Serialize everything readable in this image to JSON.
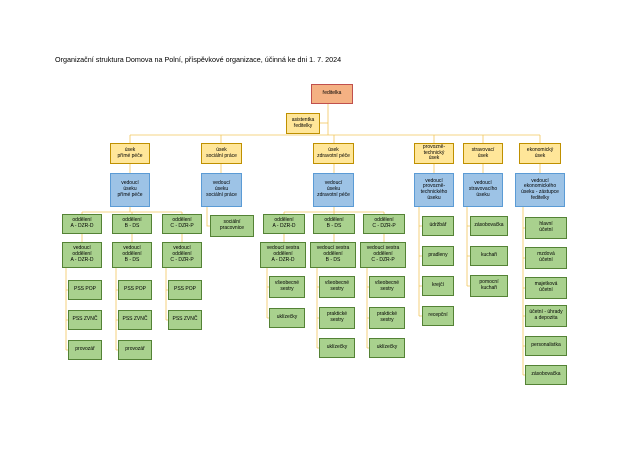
{
  "title": "Organizační struktura Domova na Polní, příspěvkové organizace, účinná ke dni 1. 7. 2024",
  "colors": {
    "director": "#f4b183",
    "assistant": "#ffe699",
    "section": "#ffe699",
    "head": "#9dc3e6",
    "unit": "#a9d18e",
    "line": "#f2c75c"
  },
  "nodes": {
    "reditelka": "ředitelka",
    "asistentka": "asistentka\nředitelky",
    "usek_prime": "úsek\npřímé péče",
    "usek_socialni": "úsek\nsociální práce",
    "usek_zdravotni": "úsek\nzdravotní péče",
    "usek_provozne": "provozně-\ntechnický\núsek",
    "usek_stravovaci": "stravovací\núsek",
    "usek_ekonomicky": "ekonomický\núsek",
    "ved_prime": "vedoucí\núseku\npřímé péče",
    "ved_socialni": "vedoucí\núseku\nsociální práce",
    "ved_zdravotni": "vedoucí\núseku\nzdravotní péče",
    "ved_provozne": "vedoucí\nprovozně-\ntechnického\núseku",
    "ved_stravovaci": "vedoucí\nstravovacího\núseku",
    "ved_ekonomicky": "vedoucí\nekonomického\núseku - zástupce\nředitelky",
    "socialni_pracovnice": "sociální\npracovnice",
    "pp_odd_a": "oddělení\nA - DZR-D",
    "pp_odd_b": "oddělení\nB - DS",
    "pp_odd_c": "oddělení\nC - DZR-P",
    "pp_ved_a": "vedoucí\noddělení\nA - DZR-D",
    "pp_ved_b": "vedoucí\noddělení\nB - DS",
    "pp_ved_c": "vedoucí\noddělení\nC - DZR-P",
    "a_pss_pop": "PSS POP",
    "a_pss_zvnc": "PSS ZVNČ",
    "a_provozar": "provozář",
    "b_pss_pop": "PSS POP",
    "b_pss_zvnc": "PSS ZVNČ",
    "b_provozar": "provozář",
    "c_pss_pop": "PSS POP",
    "c_pss_zvnc": "PSS ZVNČ",
    "zp_odd_a": "oddělení\nA - DZR-D",
    "zp_odd_b": "oddělení\nB - DS",
    "zp_odd_c": "oddělení\nC - DZR-P",
    "zp_ved_a": "vedoucí sestra\noddělení\nA - DZR-D",
    "zp_ved_b": "vedoucí sestra\noddělení\nB - DS",
    "zp_ved_c": "vedoucí sestra\noddělení\nC - DZR-P",
    "za_vseobecne": "všeobecné\nsestry",
    "za_uklizecky": "uklízečky",
    "zb_vseobecne": "všeobecné\nsestry",
    "zb_prakticke": "praktické\nsestry",
    "zb_uklizecky": "uklízečky",
    "zc_vseobecne": "všeobecné\nsestry",
    "zc_prakticke": "praktické\nsestry",
    "zc_uklizecky": "uklízečky",
    "pt_udrzbar": "údržbář",
    "pt_pradleny": "pradleny",
    "pt_krejci": "krejčí",
    "pt_recepcni": "recepční",
    "st_zasobovacka": "zásobovačka",
    "st_kuchari": "kuchaři",
    "st_pomocni": "pomocní\nkuchaři",
    "ek_hlavni": "hlavní\núčetní",
    "ek_mzdova": "mzdová\núčetní",
    "ek_majetkova": "majetková\núčetní",
    "ek_uhrady": "účetní - úhrady\na depozita",
    "ek_personalistka": "personalistka",
    "ek_zasobovacka": "zásobovačka"
  }
}
